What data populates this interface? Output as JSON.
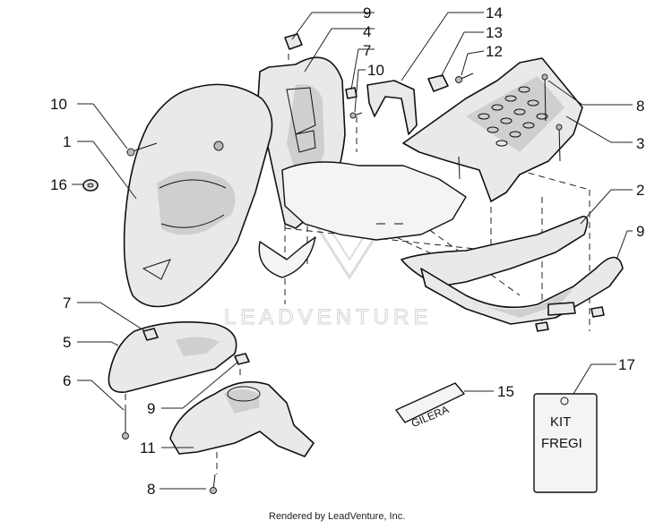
{
  "diagram": {
    "callouts": [
      {
        "id": "c9a",
        "label": "9"
      },
      {
        "id": "c4",
        "label": "4"
      },
      {
        "id": "c7a",
        "label": "7"
      },
      {
        "id": "c10a",
        "label": "10"
      },
      {
        "id": "c14",
        "label": "14"
      },
      {
        "id": "c13",
        "label": "13"
      },
      {
        "id": "c12",
        "label": "12"
      },
      {
        "id": "c8a",
        "label": "8"
      },
      {
        "id": "c3",
        "label": "3"
      },
      {
        "id": "c2",
        "label": "2"
      },
      {
        "id": "c9b",
        "label": "9"
      },
      {
        "id": "c10b",
        "label": "10"
      },
      {
        "id": "c1",
        "label": "1"
      },
      {
        "id": "c16",
        "label": "16"
      },
      {
        "id": "c7b",
        "label": "7"
      },
      {
        "id": "c5",
        "label": "5"
      },
      {
        "id": "c6",
        "label": "6"
      },
      {
        "id": "c9c",
        "label": "9"
      },
      {
        "id": "c11",
        "label": "11"
      },
      {
        "id": "c8b",
        "label": "8"
      },
      {
        "id": "c15",
        "label": "15"
      },
      {
        "id": "c17",
        "label": "17"
      }
    ],
    "decal_text": "GILERA",
    "kit_label_line1": "KIT",
    "kit_label_line2": "FREGI",
    "watermark": "LEADVENTURE",
    "footer": "Rendered by LeadVenture, Inc."
  }
}
